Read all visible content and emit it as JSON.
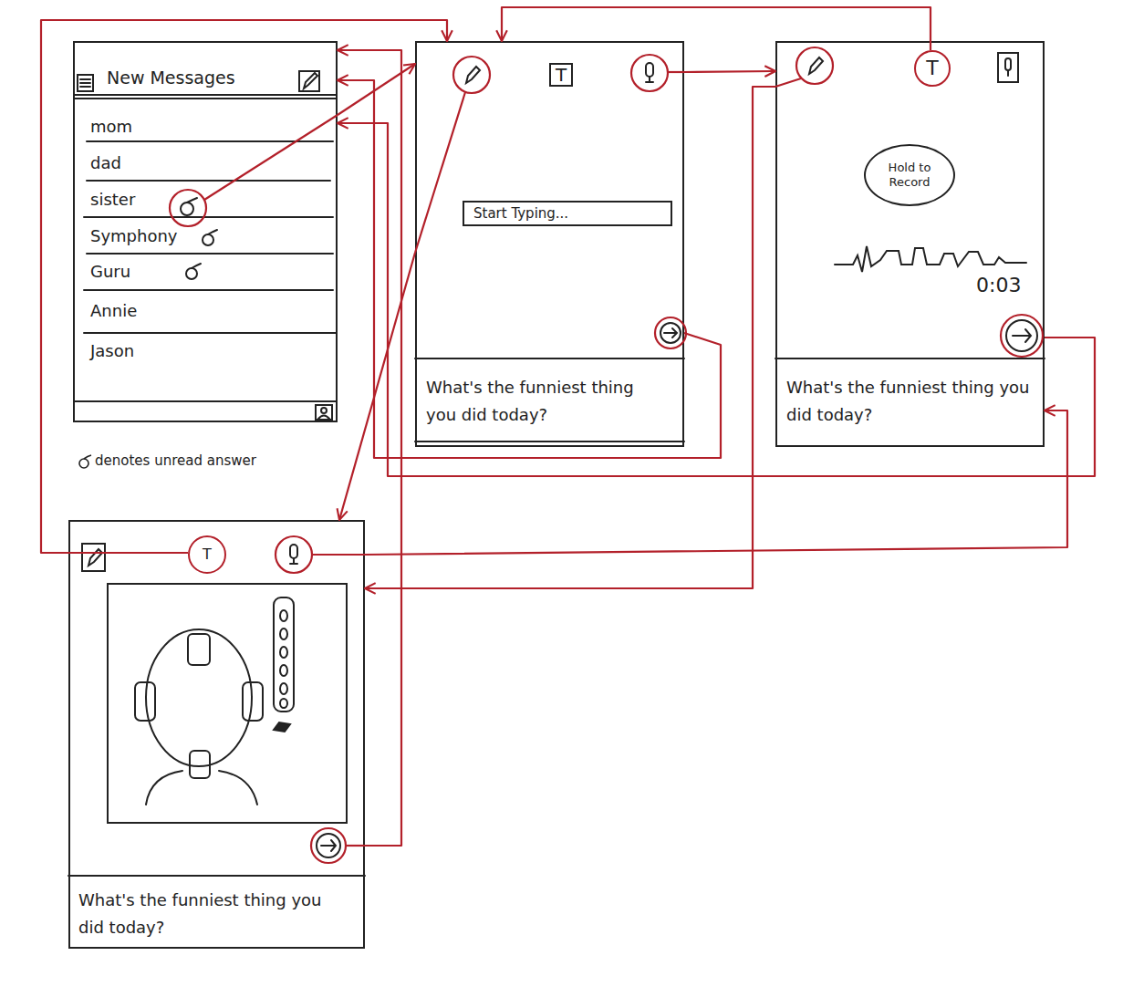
{
  "diagram": {
    "nodes": [
      {
        "text": [
          "New Messages",
          "mom",
          "dad",
          "sister",
          "Symphony",
          "Guru",
          "Annie",
          "Jason"
        ]
      },
      {
        "text": [
          "What's the funniest thing you did today?"
        ]
      },
      {
        "text": [
          "T"
        ],
        "in": 1
      },
      {
        "text": [
          "Start Typing..."
        ],
        "in": 1
      },
      {
        "text": [
          "0:03",
          "What's the funniest thing you did today?"
        ]
      },
      {
        "text": [
          "T"
        ],
        "in": 4
      },
      {
        "text": [
          "Hold to Record"
        ],
        "in": 4
      },
      {
        "text": [
          "What's the funniest thing you did today?"
        ]
      },
      {
        "text": [
          "T"
        ],
        "in": 7
      }
    ],
    "edges": [
      {
        "from": 0,
        "to": 1,
        "arrow": "to"
      },
      {
        "from": 1,
        "to": 4,
        "arrow": "to"
      },
      {
        "from": 1,
        "to": 7,
        "arrow": "to"
      },
      {
        "from": 1,
        "to": 0,
        "arrow": "to"
      },
      {
        "from": 5,
        "to": 1,
        "arrow": "to"
      },
      {
        "from": 4,
        "to": 7,
        "arrow": "to"
      },
      {
        "from": 4,
        "to": 0,
        "arrow": "to"
      },
      {
        "from": 8,
        "to": 1,
        "arrow": "to"
      },
      {
        "from": 7,
        "to": 4,
        "arrow": "to"
      },
      {
        "from": 7,
        "to": 0,
        "arrow": "to"
      }
    ],
    "labels": [
      "denotes unread answer"
    ]
  }
}
